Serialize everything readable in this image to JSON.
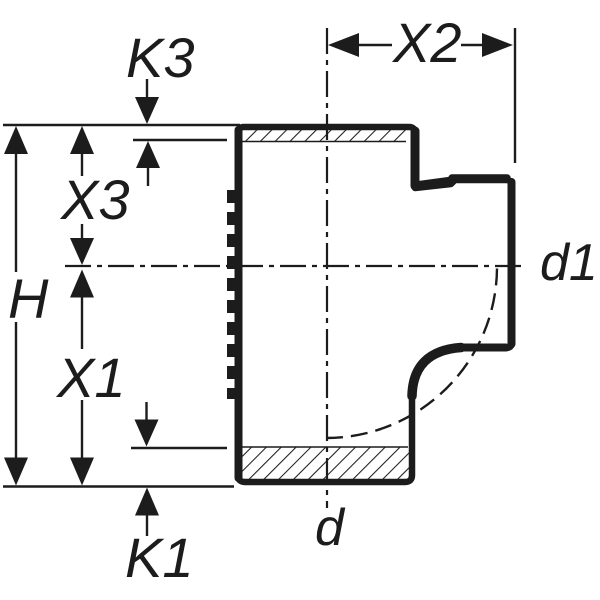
{
  "diagram": {
    "labels": {
      "h": "H",
      "x1": "X1",
      "x3": "X3",
      "k1": "K1",
      "k3": "K3",
      "x2": "X2",
      "d": "d",
      "d1": "d1"
    },
    "colors": {
      "line": "#1c1c1c",
      "background": "#ffffff"
    }
  }
}
